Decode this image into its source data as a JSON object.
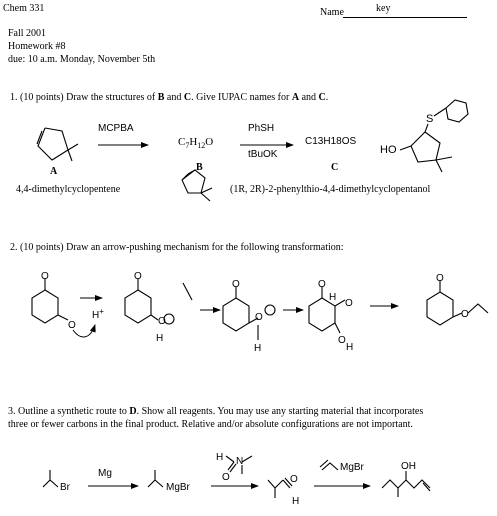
{
  "header": {
    "course": "Chem 331",
    "name_label": "Name",
    "name_value": "key",
    "term": "Fall 2001",
    "homework": "Homework #8",
    "due": "due:  10 a.m. Monday, November 5th"
  },
  "q1": {
    "prompt_start": "1. (10 points)  Draw the structures of ",
    "b": "B",
    "and": " and ",
    "c": "C",
    "prompt_mid": ". Give IUPAC names for ",
    "a": "A",
    "and2": " and ",
    "c2": "C",
    "period": ".",
    "reagent1": "MCPBA",
    "formula_c": "C",
    "formula_7": "7",
    "formula_h": "H",
    "formula_12": "12",
    "formula_o": "O",
    "reagent2_top": "PhSH",
    "reagent2_bottom": "tBuOK",
    "formula_2": "C13H18OS",
    "label_a": "A",
    "label_b": "B",
    "label_c": "C",
    "name_a": "4,4-dimethylcyclopentene",
    "name_c": "(1R, 2R)-2-phenylthio-4,4-dimethylcyclopentanol",
    "atom_s": "S",
    "atom_ho": "HO"
  },
  "q2": {
    "prompt": "2. (10 points) Draw an arrow-pushing mechanism for the following transformation:",
    "proton": "H",
    "plus": "+",
    "atom_o": "O",
    "atom_h": "H"
  },
  "q3": {
    "prompt_line1_start": "3.  Outline a synthetic route to ",
    "d": "D",
    "prompt_line1_end": ". Show all reagents. You may use any starting material that incorporates",
    "prompt_line2": "three or fewer carbons in the final product. Relative and/or absolute configurations are not important.",
    "br": "Br",
    "reagent_mg": "Mg",
    "mgbr": "MgBr",
    "atom_h": "H",
    "atom_n": "N",
    "atom_o": "O",
    "atom_oh": "OH"
  }
}
